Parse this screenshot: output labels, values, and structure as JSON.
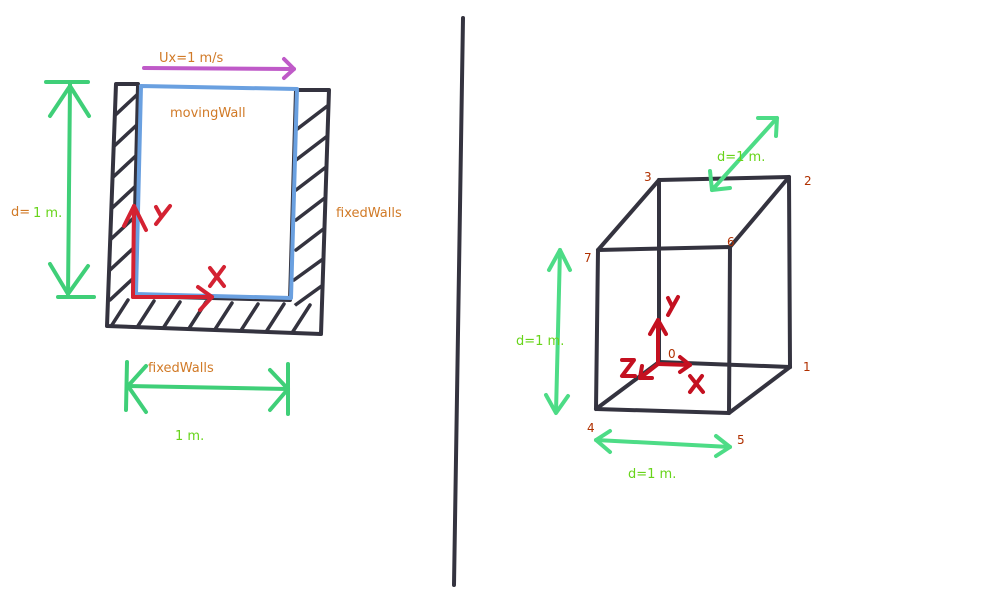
{
  "colors": {
    "ink": "#34333f",
    "blue": "#6aa0e0",
    "purple": "#bf5ac8",
    "green": "#3fcf78",
    "red": "#d42232",
    "orange_text": "#d17a27",
    "green_text": "#67d41a",
    "vertex_num": "#b03000"
  },
  "left": {
    "velocity_label": "Ux=1 m/s",
    "moving_wall_label": "movingWall",
    "fixed_walls_right_label": "fixedWalls",
    "fixed_walls_bottom_label": "fixedWalls",
    "height_prefix": "d=",
    "height_value": "1 m.",
    "width_label": "1 m.",
    "axis_y": "Y",
    "axis_x": "X"
  },
  "right": {
    "top_dim_label": "d=1 m.",
    "left_dim_label": "d=1 m.",
    "bottom_dim_label": "d=1 m.",
    "vertices": [
      "0",
      "1",
      "2",
      "3",
      "4",
      "5",
      "6",
      "7"
    ],
    "axis_y": "Y",
    "axis_x": "X",
    "axis_z": "Z"
  }
}
